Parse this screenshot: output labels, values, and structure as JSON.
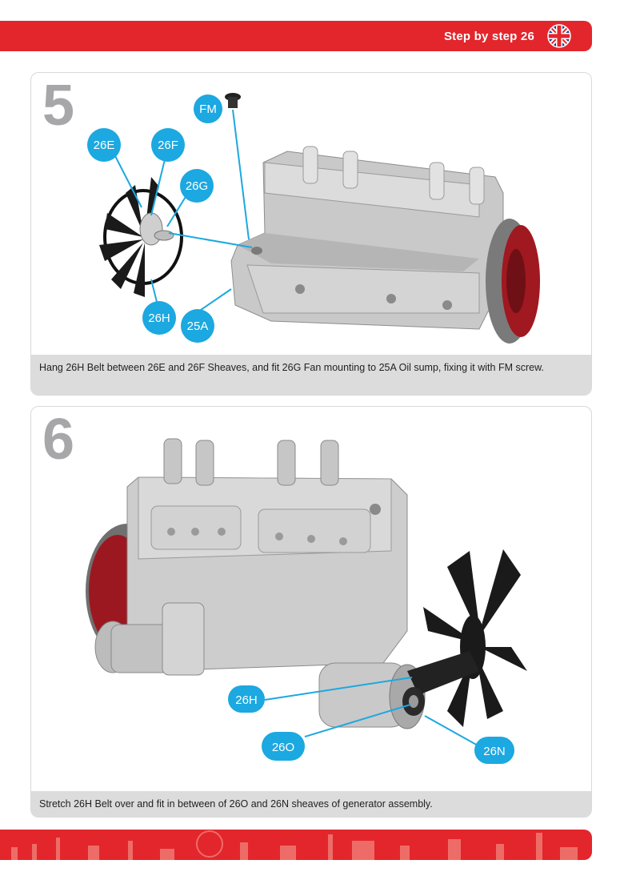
{
  "header": {
    "title": "Step by step 26"
  },
  "steps": [
    {
      "number": "5",
      "caption": "Hang 26H Belt between 26E and 26F Sheaves, and fit 26G Fan mounting to 25A Oil sump, fixing it with FM screw.",
      "callouts": [
        "FM",
        "26E",
        "26F",
        "26G",
        "26H",
        "25A"
      ]
    },
    {
      "number": "6",
      "caption": "Stretch 26H Belt over and fit in between of 26O and 26N sheaves of generator assembly.",
      "callouts": [
        "26H",
        "26O",
        "26N"
      ]
    }
  ],
  "colors": {
    "brand_red": "#e3262c",
    "callout_blue": "#1ca8e0",
    "step_gray": "#a7a7a9",
    "caption_bg": "#dcdcdc"
  }
}
